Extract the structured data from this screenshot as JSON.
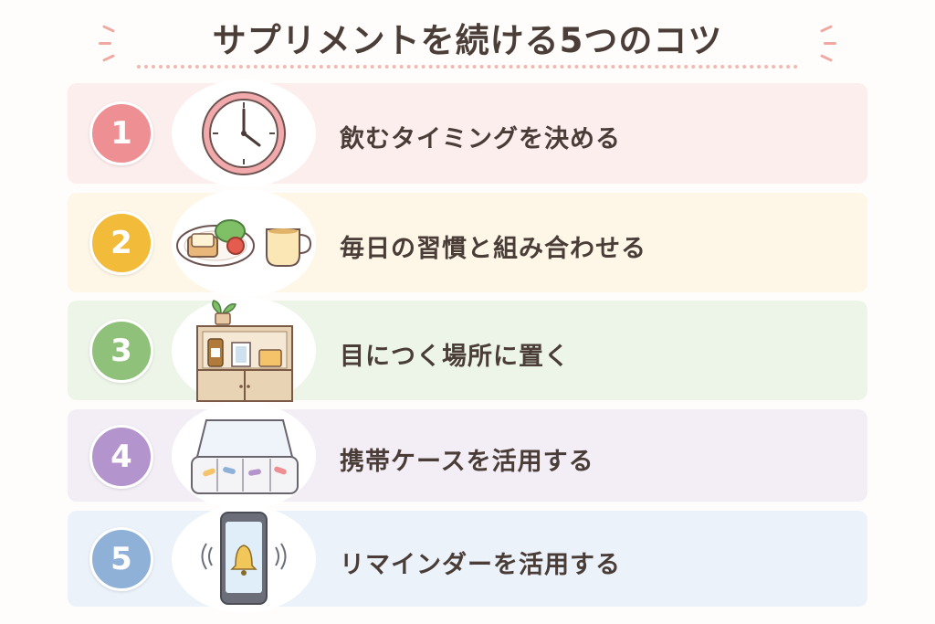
{
  "title": "サプリメントを続ける5つのコツ",
  "colors": {
    "row1": "#fdeeee",
    "row2": "#fef7e7",
    "row3": "#edf5e8",
    "row4": "#f3eef6",
    "row5": "#ebf2fa",
    "num1": "#ee8f93",
    "num2": "#f2bc3a",
    "num3": "#8fc17b",
    "num4": "#b394cd",
    "num5": "#8fb1d8"
  },
  "tips": [
    {
      "number": "1",
      "label": "飲むタイミングを決める",
      "icon": "clock-icon"
    },
    {
      "number": "2",
      "label": "毎日の習慣と組み合わせる",
      "icon": "breakfast-icon"
    },
    {
      "number": "3",
      "label": "目につく場所に置く",
      "icon": "shelf-icon"
    },
    {
      "number": "4",
      "label": "携帯ケースを活用する",
      "icon": "pill-case-icon"
    },
    {
      "number": "5",
      "label": "リマインダーを活用する",
      "icon": "smartphone-reminder-icon"
    }
  ]
}
